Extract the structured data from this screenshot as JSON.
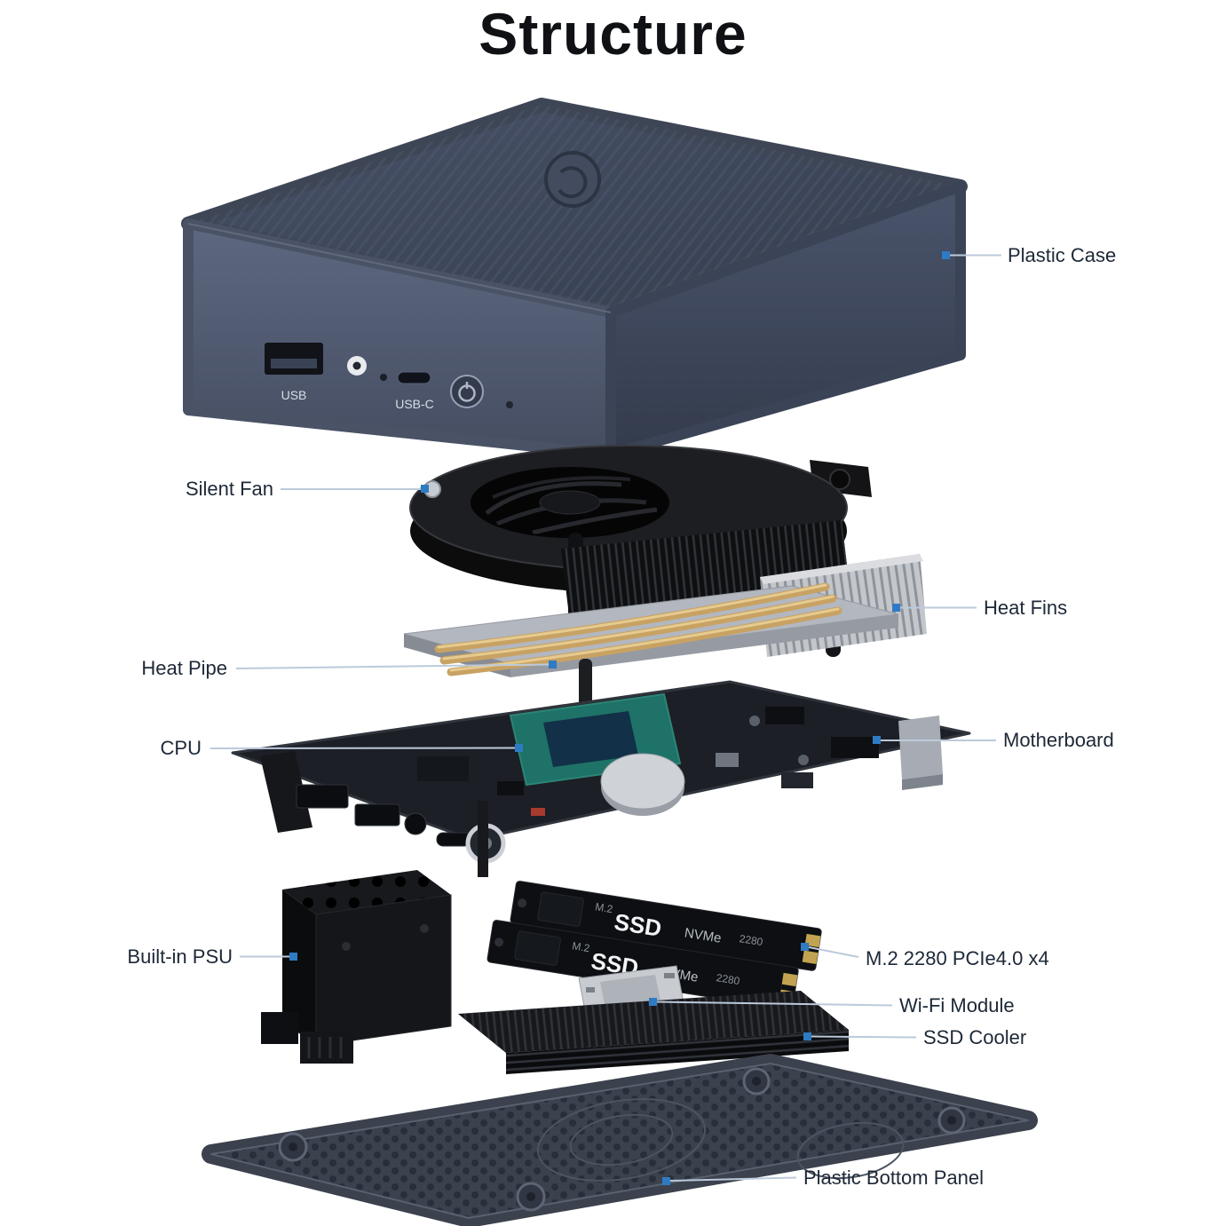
{
  "title": "Structure",
  "labels": {
    "plastic_case": "Plastic Case",
    "silent_fan": "Silent Fan",
    "heat_fins": "Heat Fins",
    "heat_pipe": "Heat Pipe",
    "cpu": "CPU",
    "motherboard": "Motherboard",
    "built_in_psu": "Built-in PSU",
    "m2_slot": "M.2 2280 PCIe4.0 x4",
    "wifi_module": "Wi-Fi Module",
    "ssd_cooler": "SSD Cooler",
    "bottom_panel": "Plastic Bottom Panel"
  },
  "ports": {
    "usb": "USB",
    "usb_c": "USB-C"
  },
  "ssd": {
    "m2": "M.2",
    "name": "SSD",
    "nvme": "NVMe",
    "size": "2280"
  },
  "colors": {
    "marker_blue": "#2e7bc4",
    "leader_line": "#bccadb",
    "label_text": "#1d2837",
    "case_gray": "#4a5266"
  }
}
